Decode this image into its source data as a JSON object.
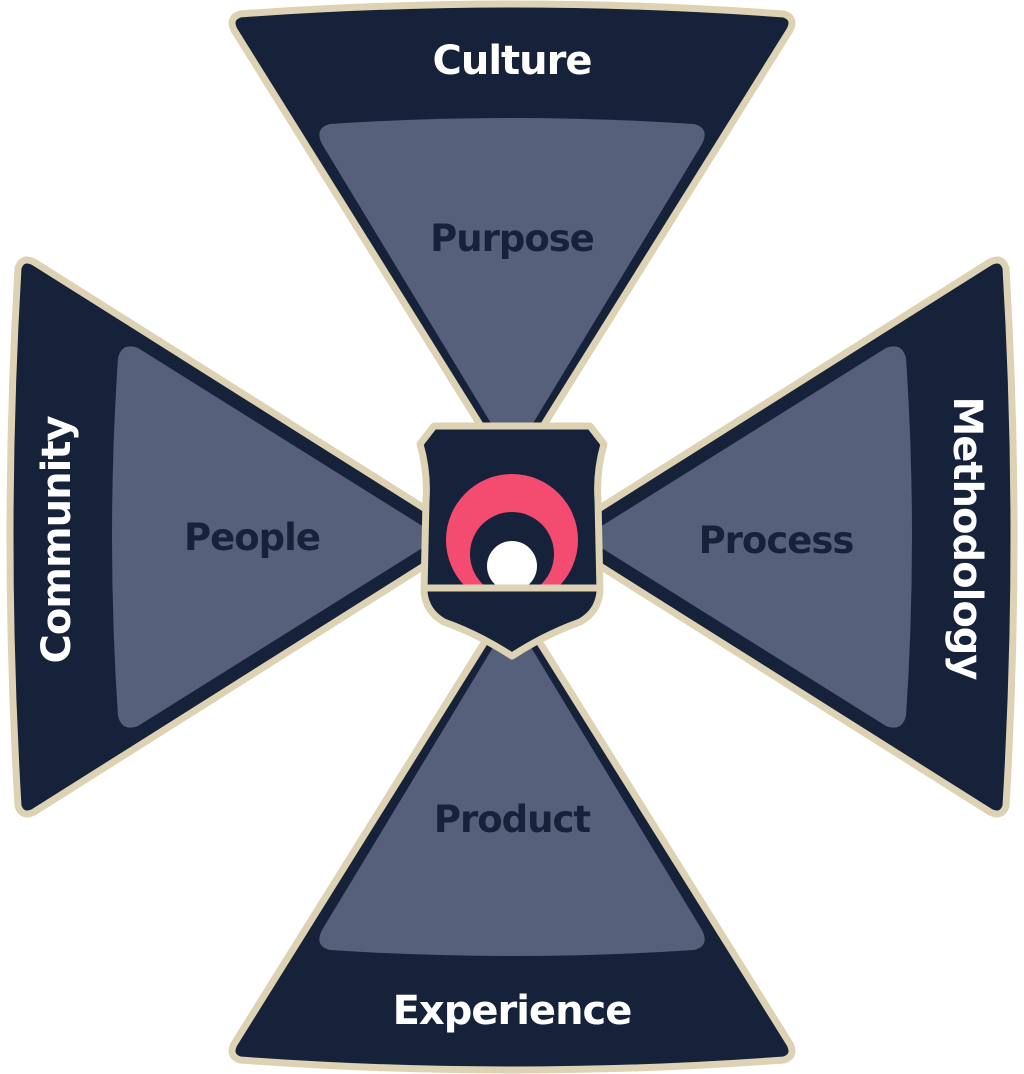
{
  "colors": {
    "border": "#ddd3b4",
    "outer_fill": "#16213a",
    "inner_fill": "#56607a",
    "accent": "#f44b70",
    "center_dot": "#ffffff"
  },
  "arms": {
    "top": {
      "outer_label": "Culture",
      "inner_label": "Purpose"
    },
    "right": {
      "outer_label": "Methodology",
      "inner_label": "Process"
    },
    "bottom": {
      "outer_label": "Experience",
      "inner_label": "Product"
    },
    "left": {
      "outer_label": "Community",
      "inner_label": "People"
    }
  },
  "center": {
    "icon": "shield-target-icon"
  }
}
